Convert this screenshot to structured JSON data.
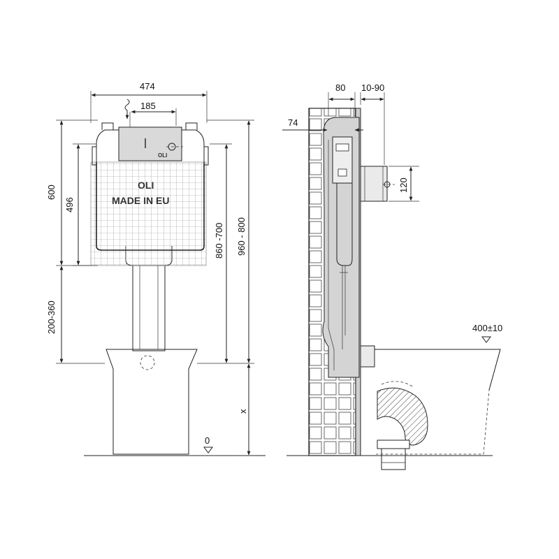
{
  "front_view": {
    "width_total": "474",
    "width_flush": "185",
    "height_tank": "600",
    "height_496": "496",
    "height_bottom": "200-360",
    "height_860": "860 -700",
    "height_960": "960 - 800",
    "height_x": "x",
    "floor_zero": "0",
    "logo": "OLI",
    "stamp_line1": "OLI",
    "stamp_line2": "MADE IN EU"
  },
  "side_view": {
    "depth_80": "80",
    "gap_10_90": "10-90",
    "depth_74": "74",
    "pipe_120": "120",
    "bowl_height": "400±10"
  },
  "colors": {
    "line": "#222222",
    "shade": "#d4d4d4",
    "grid": "#7a7a7a"
  }
}
